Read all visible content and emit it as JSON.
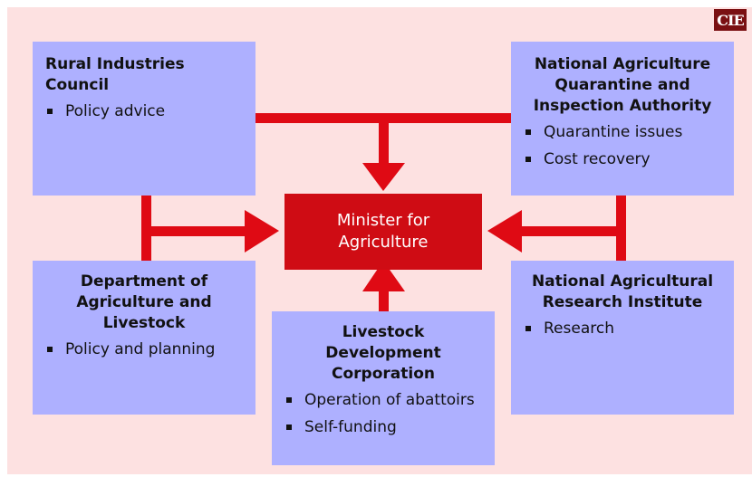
{
  "logo": "CIE",
  "center": {
    "line1": "Minister for",
    "line2": "Agriculture"
  },
  "rural": {
    "title": "Rural Industries Council",
    "items": [
      "Policy advice"
    ]
  },
  "naqia": {
    "title1": "National Agriculture",
    "title2": "Quarantine and",
    "title3": "Inspection Authority",
    "items": [
      "Quarantine issues",
      "Cost recovery"
    ]
  },
  "dal": {
    "title1": "Department of",
    "title2": "Agriculture and",
    "title3": "Livestock",
    "items": [
      "Policy and planning"
    ]
  },
  "narl": {
    "title1": "National Agricultural",
    "title2": "Research Institute",
    "items": [
      "Research"
    ]
  },
  "ldc": {
    "title1": "Livestock Development",
    "title2": "Corporation",
    "items": [
      "Operation of abattoirs",
      "Self-funding"
    ]
  },
  "colors": {
    "connector": "#df0a14",
    "box": "#aeb0ff",
    "center": "#cf0c14",
    "background": "#fde1e1"
  }
}
